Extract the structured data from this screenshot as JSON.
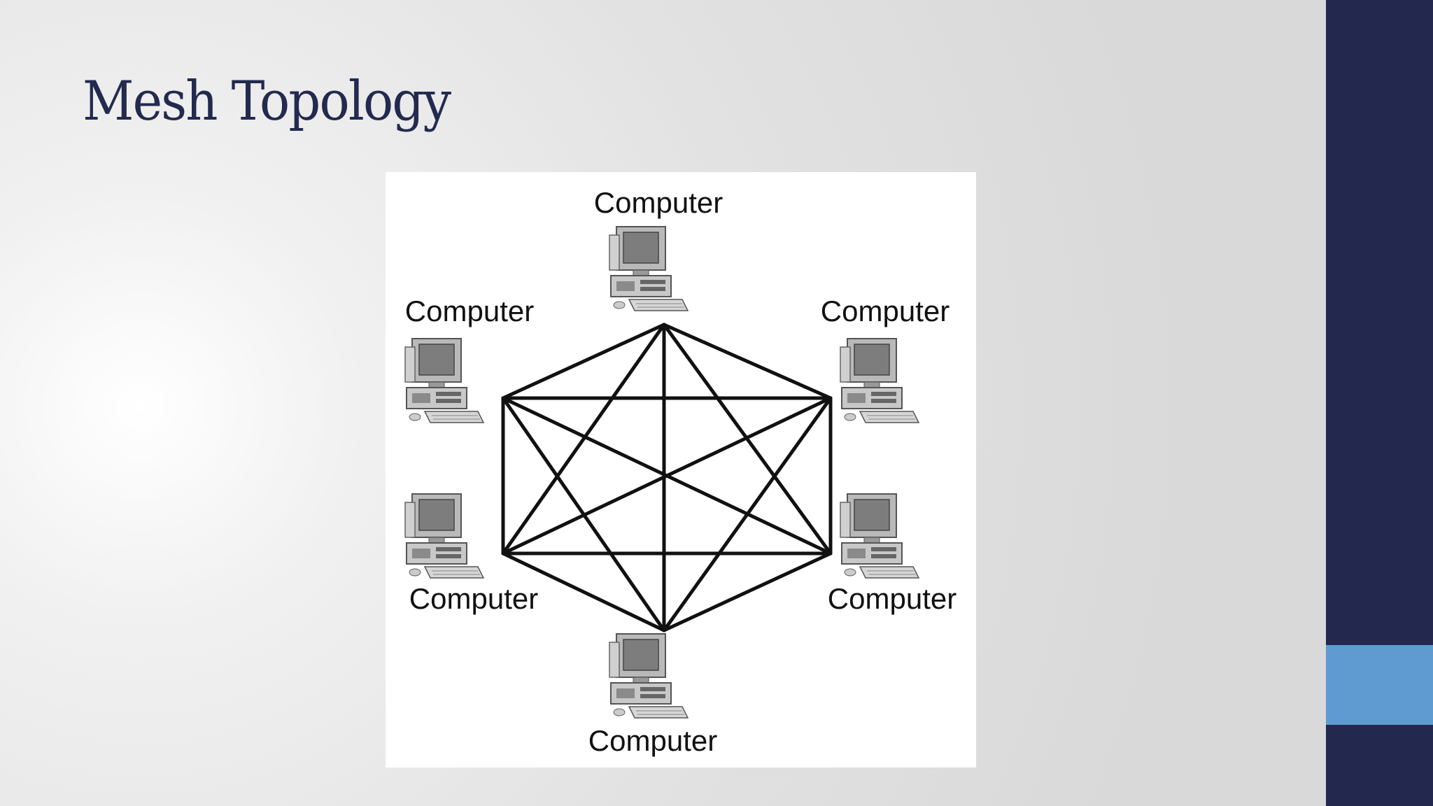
{
  "slide": {
    "title": "Mesh Topology"
  },
  "diagram": {
    "type": "mesh-network",
    "nodes": [
      {
        "id": "top",
        "label": "Computer"
      },
      {
        "id": "upper-left",
        "label": "Computer"
      },
      {
        "id": "upper-right",
        "label": "Computer"
      },
      {
        "id": "lower-left",
        "label": "Computer"
      },
      {
        "id": "lower-right",
        "label": "Computer"
      },
      {
        "id": "bottom",
        "label": "Computer"
      }
    ],
    "topology": "fully-connected"
  },
  "colors": {
    "title": "#232a4f",
    "side_bar": "#22284e",
    "side_accent": "#5f9bd1"
  }
}
